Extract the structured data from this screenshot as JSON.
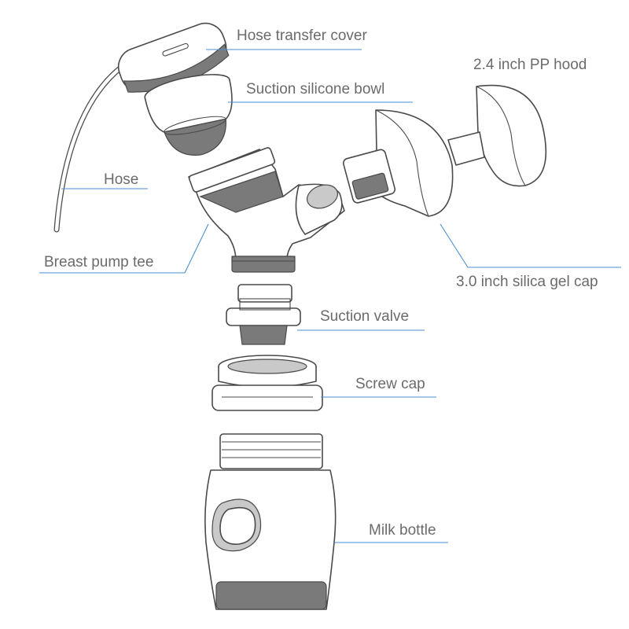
{
  "labels": {
    "hose_transfer_cover": "Hose transfer cover",
    "suction_silicone_bowl": "Suction silicone bowl",
    "pp_hood": "2.4 inch PP hood",
    "hose": "Hose",
    "breast_pump_tee": "Breast pump tee",
    "silica_gel_cap": "3.0 inch silica gel cap",
    "suction_valve": "Suction valve",
    "screw_cap": "Screw cap",
    "milk_bottle": "Milk bottle"
  },
  "colors": {
    "label_text": "#6b6b6b",
    "leader_line": "#4a8ed0",
    "outline": "#4a4a4a",
    "dark_fill": "#7a7a7a"
  }
}
